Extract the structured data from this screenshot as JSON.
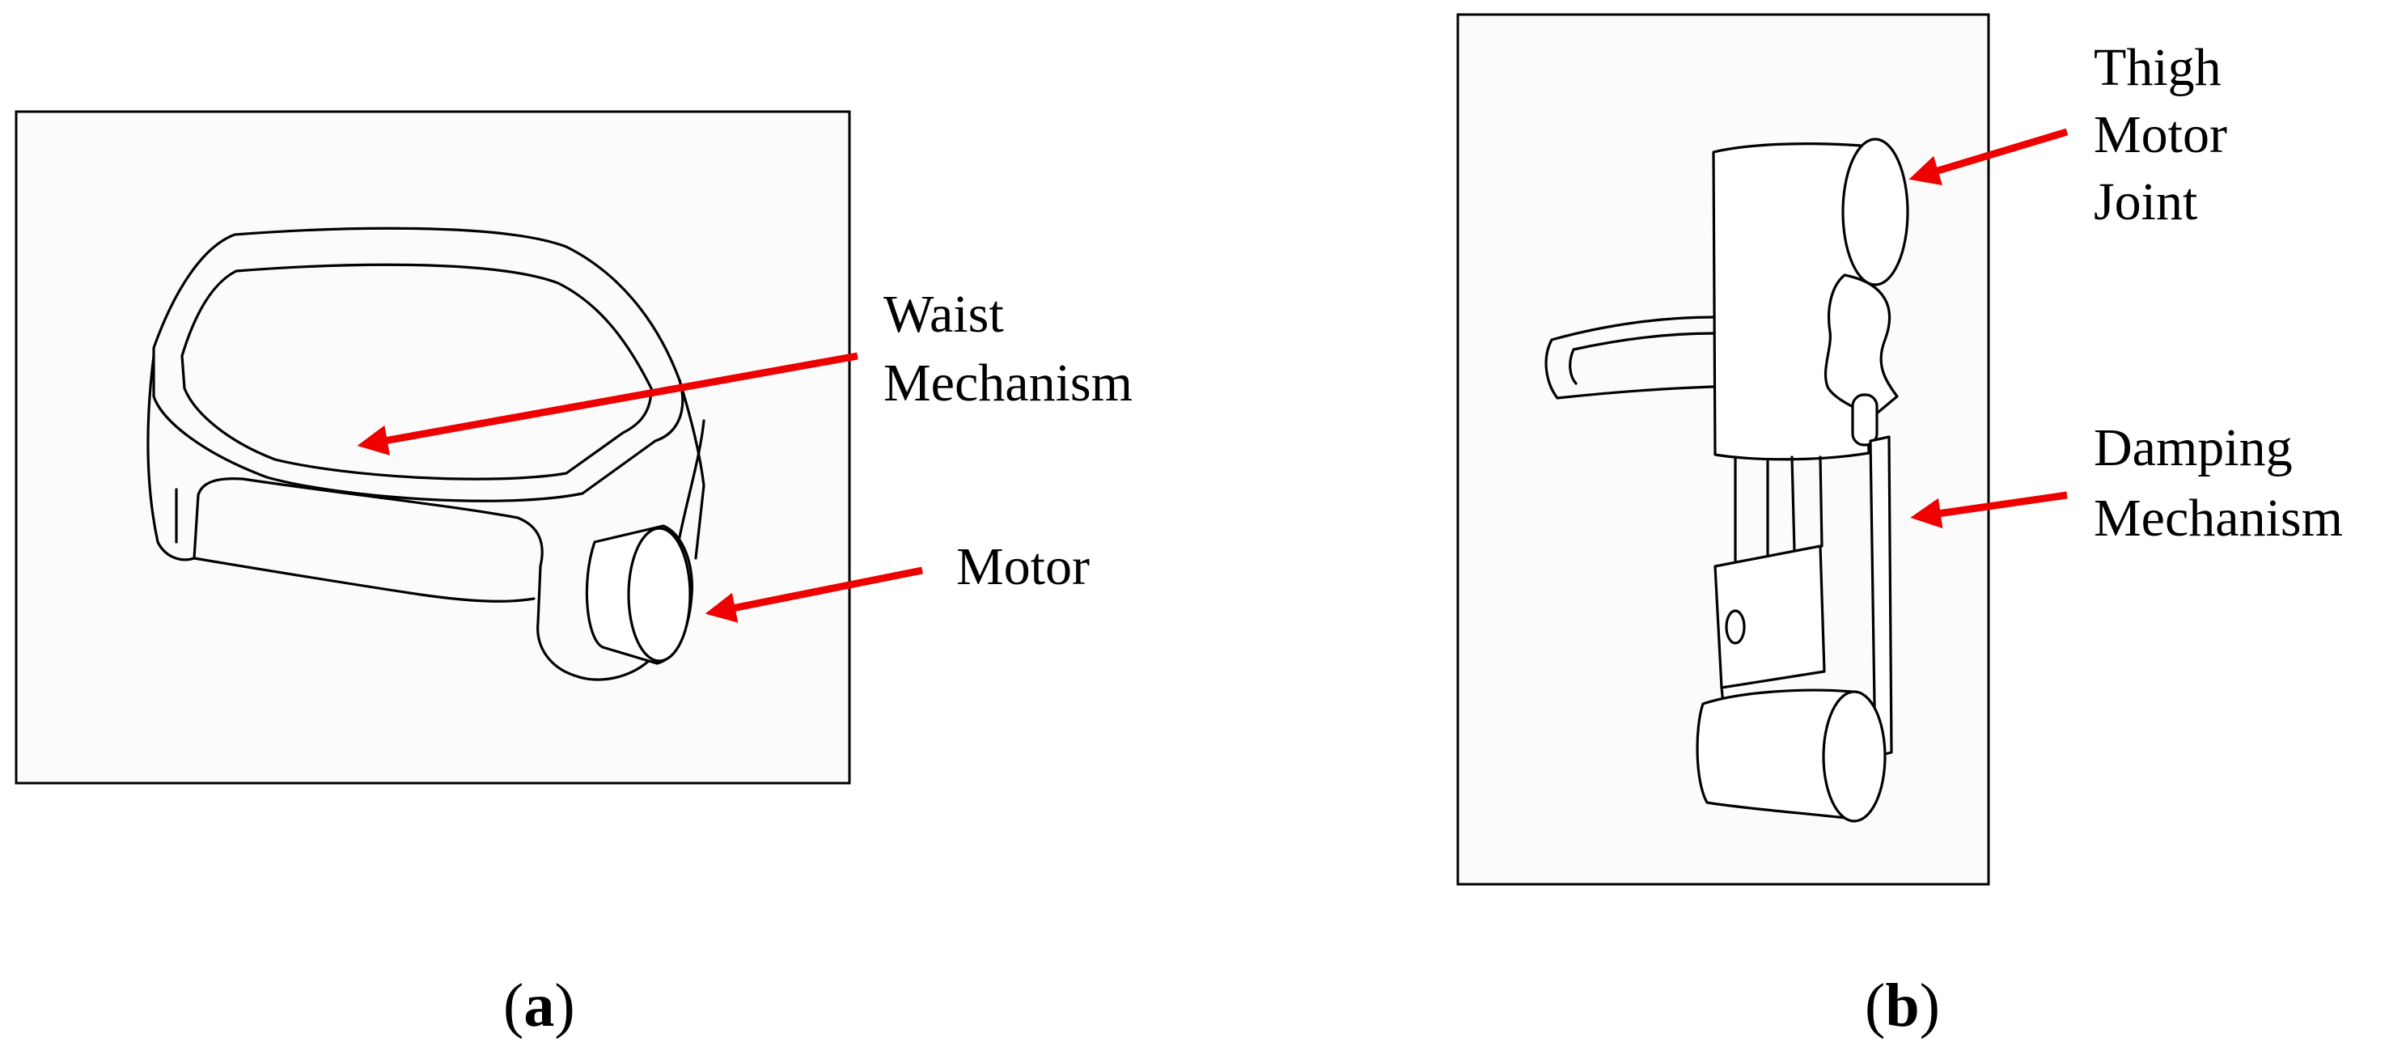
{
  "panels": [
    {
      "id": "a",
      "caption": {
        "open": "(",
        "letter": "a",
        "close": ")"
      },
      "labels": {
        "waist_line1": "Waist",
        "waist_line2": "Mechanism",
        "motor": "Motor"
      }
    },
    {
      "id": "b",
      "caption": {
        "open": "(",
        "letter": "b",
        "close": ")"
      },
      "labels": {
        "thigh_line1": "Thigh",
        "thigh_line2": "Motor",
        "thigh_line3": "Joint",
        "damping_line1": "Damping",
        "damping_line2": "Mechanism"
      }
    }
  ],
  "colors": {
    "arrow": "#ee0000",
    "outline": "#000000",
    "frame_fill": "#fbfbfb"
  }
}
